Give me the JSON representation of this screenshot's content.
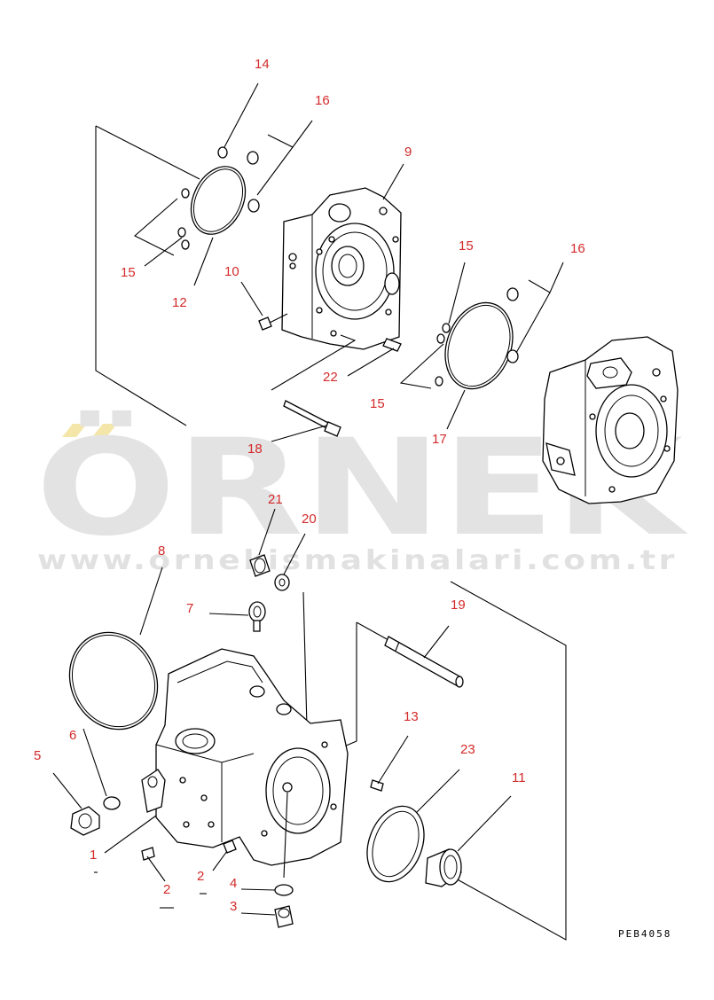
{
  "watermark": {
    "brand": "ÖRNEK",
    "url": "www.ornekismakinalari.com.tr"
  },
  "drawing_code": "PEB4058",
  "callouts": [
    {
      "id": "c14a",
      "label": "14"
    },
    {
      "id": "c16a",
      "label": "16"
    },
    {
      "id": "c9",
      "label": "9"
    },
    {
      "id": "c15a",
      "label": "15"
    },
    {
      "id": "c12",
      "label": "12"
    },
    {
      "id": "c10",
      "label": "10"
    },
    {
      "id": "c15b",
      "label": "15"
    },
    {
      "id": "c16b",
      "label": "16"
    },
    {
      "id": "c22",
      "label": "22"
    },
    {
      "id": "c15c",
      "label": "15"
    },
    {
      "id": "c17",
      "label": "17"
    },
    {
      "id": "c18",
      "label": "18"
    },
    {
      "id": "c21",
      "label": "21"
    },
    {
      "id": "c20",
      "label": "20"
    },
    {
      "id": "c8",
      "label": "8"
    },
    {
      "id": "c7",
      "label": "7"
    },
    {
      "id": "c19",
      "label": "19"
    },
    {
      "id": "c13",
      "label": "13"
    },
    {
      "id": "c23",
      "label": "23"
    },
    {
      "id": "c6",
      "label": "6"
    },
    {
      "id": "c5",
      "label": "5"
    },
    {
      "id": "c11",
      "label": "11"
    },
    {
      "id": "c1",
      "label": "1"
    },
    {
      "id": "c2a",
      "label": "2"
    },
    {
      "id": "c2b",
      "label": "2"
    },
    {
      "id": "c4",
      "label": "4"
    },
    {
      "id": "c3",
      "label": "3"
    }
  ]
}
